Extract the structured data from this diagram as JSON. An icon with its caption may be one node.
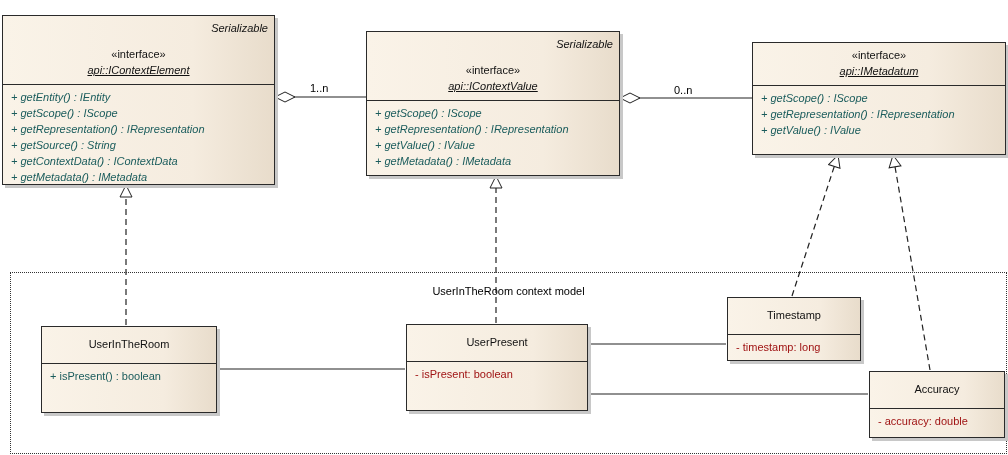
{
  "diagram": {
    "nodes": [
      {
        "text": [
          "Serializable",
          "«interface»",
          "api::IContextElement",
          "+ getEntity() : IEntity",
          "+ getScope() : IScope",
          "+ getRepresentation() : IRepresentation",
          "+ getSource() : String",
          "+ getContextData() : IContextData",
          "+ getMetadata() : IMetadata"
        ]
      },
      {
        "text": [
          "Serializable",
          "«interface»",
          "api::IContextValue",
          "+ getScope() : IScope",
          "+ getRepresentation() : IRepresentation",
          "+ getValue() : IValue",
          "+ getMetadata() : IMetadata"
        ]
      },
      {
        "text": [
          "«interface»",
          "api::IMetadatum",
          "+ getScope() : IScope",
          "+ getRepresentation() : IRepresentation",
          "+ getValue() : IValue"
        ]
      },
      {
        "text": [
          "UserInTheRoom context model"
        ]
      },
      {
        "text": [
          "UserInTheRoom",
          "+ isPresent() : boolean"
        ],
        "in": 3
      },
      {
        "text": [
          "UserPresent",
          "- isPresent: boolean"
        ],
        "in": 3
      },
      {
        "text": [
          "Timestamp",
          "- timestamp: long"
        ],
        "in": 3
      },
      {
        "text": [
          "Accuracy",
          "- accuracy: double"
        ],
        "in": 3
      }
    ],
    "edges": [
      {
        "from": 1,
        "to": 0,
        "arrow": "other",
        "label": "1..n"
      },
      {
        "from": 2,
        "to": 1,
        "arrow": "other",
        "label": "0..n"
      },
      {
        "from": 4,
        "to": 0,
        "arrow": "to",
        "style": "dashed"
      },
      {
        "from": 5,
        "to": 1,
        "arrow": "to",
        "style": "dashed"
      },
      {
        "from": 6,
        "to": 2,
        "arrow": "to",
        "style": "dashed"
      },
      {
        "from": 7,
        "to": 2,
        "arrow": "to",
        "style": "dashed"
      },
      {
        "from": 4,
        "to": 5,
        "arrow": "none"
      },
      {
        "from": 5,
        "to": 6,
        "arrow": "none"
      },
      {
        "from": 5,
        "to": 7,
        "arrow": "none"
      }
    ]
  }
}
